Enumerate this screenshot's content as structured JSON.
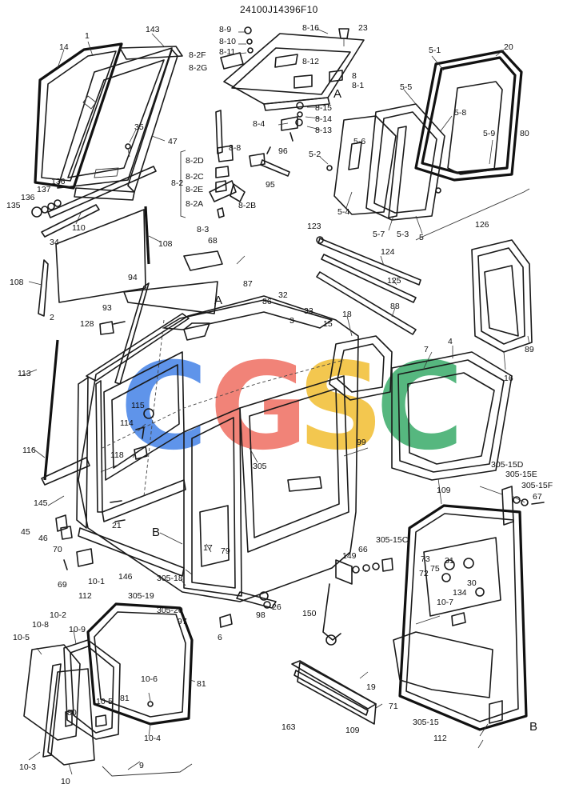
{
  "drawing_number": "24100J14396F10",
  "watermark": {
    "letters": [
      "C",
      "G",
      "S",
      "C"
    ],
    "colors": [
      "#4a86e8",
      "#f07366",
      "#f2c037",
      "#3fae6e"
    ]
  },
  "section_markers": [
    "A",
    "A",
    "B",
    "B"
  ],
  "part_labels": [
    "1",
    "14",
    "143",
    "35",
    "47",
    "136",
    "137",
    "136",
    "135",
    "110",
    "34",
    "108",
    "2",
    "108",
    "8-9",
    "8-10",
    "8-11",
    "8-2F",
    "8-2G",
    "8-16",
    "23",
    "8-12",
    "8",
    "8-1",
    "8-15",
    "8-14",
    "8-13",
    "8-4",
    "8-8",
    "96",
    "95",
    "8-2D",
    "8-2C",
    "8-2E",
    "8-2",
    "8-2A",
    "8-2B",
    "8-3",
    "68",
    "5-1",
    "20",
    "5-5",
    "5-8",
    "5-9",
    "80",
    "5-6",
    "5-2",
    "5-4",
    "5-7",
    "5-3",
    "5",
    "126",
    "123",
    "124",
    "125",
    "88",
    "94",
    "93",
    "128",
    "87",
    "86",
    "32",
    "33",
    "3",
    "15",
    "18",
    "7",
    "4",
    "16",
    "89",
    "113",
    "115",
    "114",
    "118",
    "116",
    "145",
    "45",
    "46",
    "70",
    "69",
    "10-1",
    "112",
    "21",
    "146",
    "305-18",
    "305-19",
    "305-20",
    "97",
    "6",
    "17",
    "79",
    "305",
    "99",
    "98",
    "26",
    "150",
    "149",
    "66",
    "305-15C",
    "305-15D",
    "305-15E",
    "305-15F",
    "67",
    "109",
    "73",
    "72",
    "75",
    "31",
    "30",
    "134",
    "10-7",
    "10-8",
    "10-2",
    "10-5",
    "10-9",
    "10-6",
    "10-5",
    "80",
    "81",
    "81",
    "10-4",
    "10-3",
    "10",
    "9",
    "19",
    "71",
    "163",
    "109",
    "305-15",
    "112"
  ]
}
